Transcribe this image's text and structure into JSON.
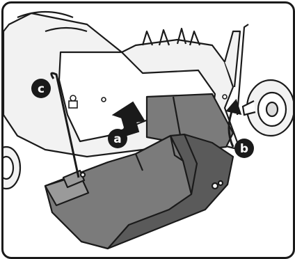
{
  "figure": {
    "description_labels": {
      "a": "a",
      "b": "b",
      "c": "c"
    },
    "colors": {
      "outline": "#1a1a1a",
      "background": "#ffffff",
      "mower_body": "#f2f2f2",
      "grass_bag_dark": "#5a5a5a",
      "grass_bag_mid": "#7b7b7b",
      "grass_bag_light": "#9a9a9a",
      "callout_fill": "#1a1a1a",
      "callout_text": "#ffffff"
    }
  }
}
